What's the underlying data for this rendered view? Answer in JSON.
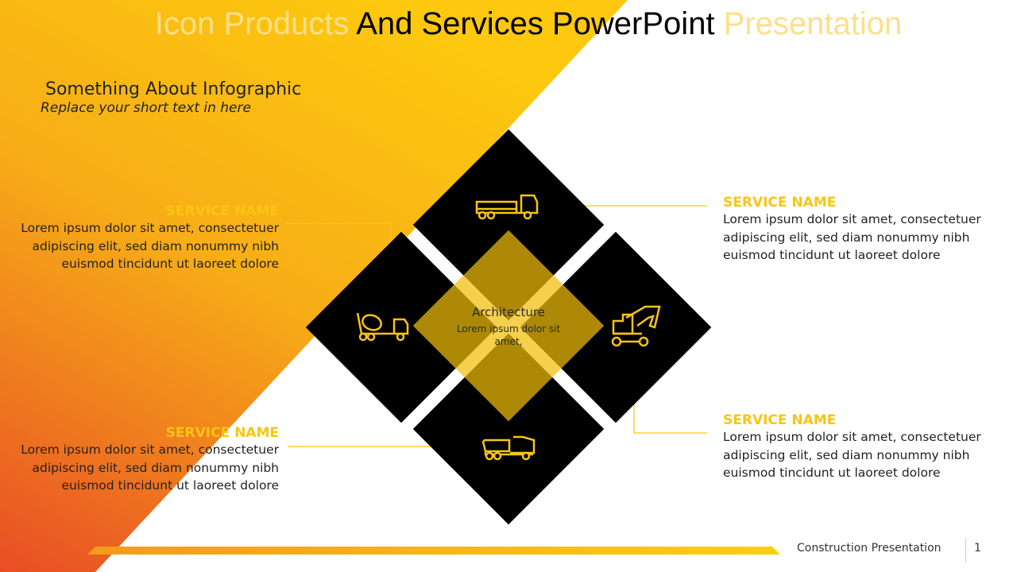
{
  "title": {
    "part1": "Icon Products",
    "part2": "And Services PowerPoint",
    "part3": "Presentation"
  },
  "subtitle": "Something About Infographic",
  "tagline": "Replace your short text in here",
  "center": {
    "heading": "Architecture",
    "text": "Lorem ipsum dolor sit amet,"
  },
  "services": [
    {
      "name": "SERVICE NAME",
      "text": "Lorem ipsum dolor sit amet, consectetuer adipiscing elit, sed diam nonummy nibh euismod tincidunt ut laoreet dolore"
    },
    {
      "name": "SERVICE NAME",
      "text": "Lorem ipsum dolor sit amet, consectetuer adipiscing elit, sed diam nonummy nibh euismod tincidunt ut laoreet dolore"
    },
    {
      "name": "SERVICE NAME",
      "text": "Lorem ipsum dolor sit amet, consectetuer adipiscing elit, sed diam nonummy nibh euismod tincidunt ut laoreet dolore"
    },
    {
      "name": "SERVICE NAME",
      "text": "Lorem ipsum dolor sit amet, consectetuer adipiscing elit, sed diam nonummy nibh euismod tincidunt ut laoreet dolore"
    }
  ],
  "icons": [
    "dump-truck-icon",
    "cement-mixer-icon",
    "excavator-icon",
    "tipper-truck-icon"
  ],
  "footer": {
    "label": "Construction Presentation",
    "page": "1"
  },
  "colors": {
    "accent": "#f9c513",
    "orange": "#e84e25",
    "dark": "#000000"
  }
}
